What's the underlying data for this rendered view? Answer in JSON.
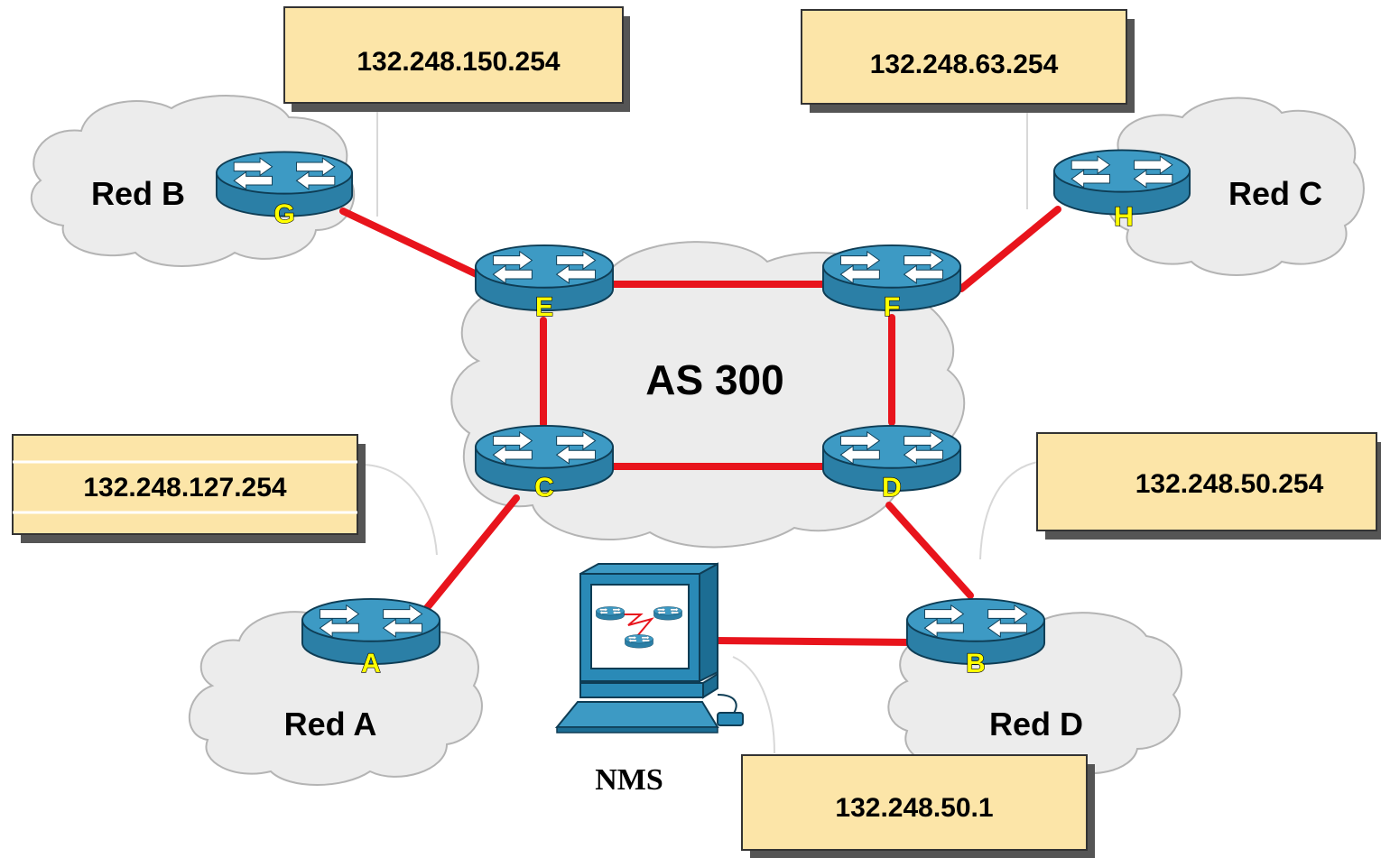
{
  "as_label": "AS 300",
  "routers": {
    "A": "A",
    "B": "B",
    "C": "C",
    "D": "D",
    "E": "E",
    "F": "F",
    "G": "G",
    "H": "H"
  },
  "networks": {
    "red_a": "Red A",
    "red_b": "Red B",
    "red_c": "Red C",
    "red_d": "Red D"
  },
  "nms_label": "NMS",
  "addresses": {
    "red_b": "132.248.150.254",
    "red_c": "132.248.63.254",
    "red_a": "132.248.127.254",
    "red_d": "132.248.50.254",
    "nms": "132.248.50.1"
  },
  "colors": {
    "link": "#e8141c",
    "router_body": "#2b7fa6",
    "router_top": "#3d9ac4",
    "router_letter": "#ffff00",
    "cloud_fill": "#ececec",
    "cloud_stroke": "#b4b4b4",
    "callout_fill": "#fce5a8",
    "monitor": "#2a8ab7"
  }
}
